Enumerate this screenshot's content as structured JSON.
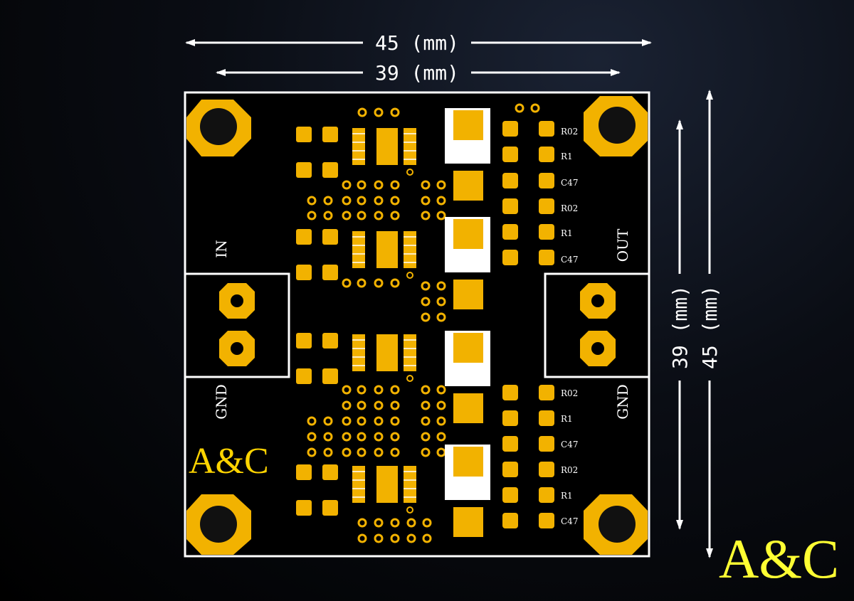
{
  "dimensions": {
    "outer_width": "45 (mm)",
    "inner_width": "39 (mm)",
    "outer_height": "45 (mm)",
    "inner_height": "39 (mm)"
  },
  "labels": {
    "in": "IN",
    "out": "OUT",
    "gnd_left": "GND",
    "gnd_right": "GND"
  },
  "component_labels": {
    "top": [
      "R02",
      "R1",
      "C47",
      "R02",
      "R1",
      "C47"
    ],
    "bottom": [
      "R02",
      "R1",
      "C47",
      "R02",
      "R1",
      "C47"
    ]
  },
  "brand": {
    "board": "A&C",
    "corner": "A&C"
  },
  "colors": {
    "pad": "#f2b200",
    "board": "#000000",
    "silkscreen": "#ffffff",
    "brand": "#ffe400"
  }
}
